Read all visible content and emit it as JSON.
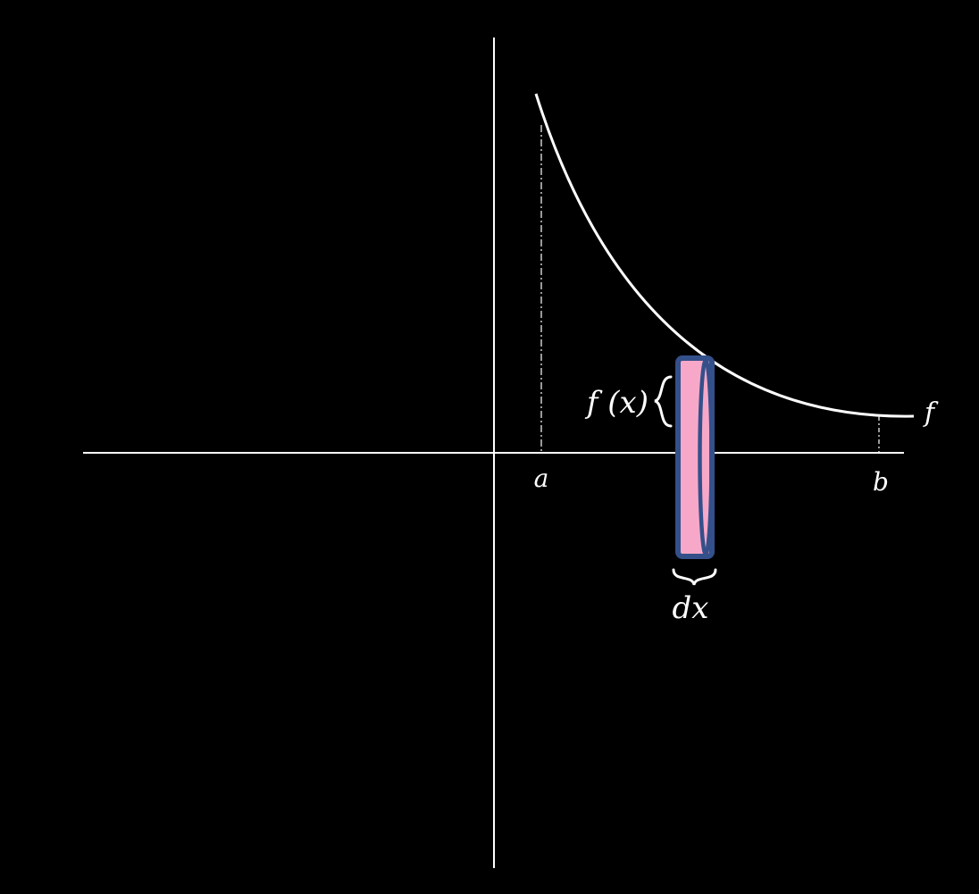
{
  "labels": {
    "a": "a",
    "b": "b",
    "f": "f",
    "fx": "f (x)",
    "dx": "dx"
  },
  "colors": {
    "background": "#000000",
    "stroke": "#ffffff",
    "disk_fill": "#f7a8c8",
    "disk_edge": "#34508a"
  }
}
